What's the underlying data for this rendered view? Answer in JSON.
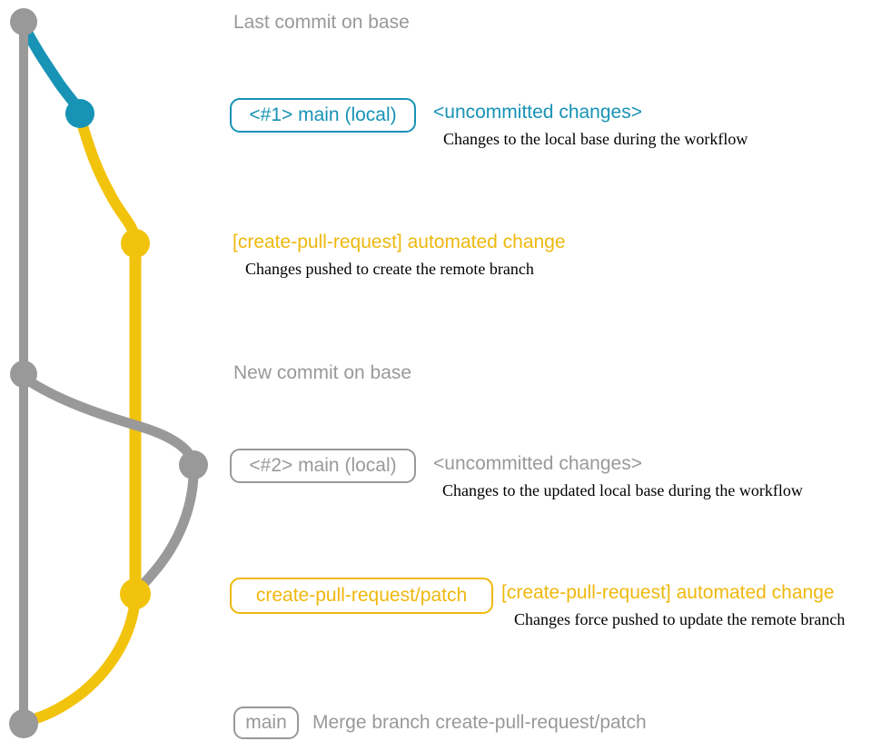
{
  "colors": {
    "gray": "#999999",
    "teal": "#1793b5",
    "yellow_graph": "#f2c30d",
    "yellow_text": "#efb80e",
    "caption_black": "#000000",
    "background": "#ffffff"
  },
  "annotations": {
    "last_commit_label": "Last commit on base",
    "new_commit_label": "New commit on base",
    "section1": {
      "badge": "<#1> main (local)",
      "heading": "<uncommitted changes>",
      "caption": "Changes to the local base during the workflow"
    },
    "section2": {
      "heading": "[create-pull-request] automated change",
      "caption": "Changes pushed to create the remote branch"
    },
    "section3": {
      "badge": "<#2> main (local)",
      "heading": "<uncommitted changes>",
      "caption": "Changes to the updated local base during the workflow"
    },
    "section4": {
      "badge": "create-pull-request/patch",
      "heading": "[create-pull-request] automated change",
      "caption": "Changes force pushed to update the remote branch"
    },
    "section5": {
      "badge": "main",
      "heading": "Merge branch create-pull-request/patch"
    }
  }
}
